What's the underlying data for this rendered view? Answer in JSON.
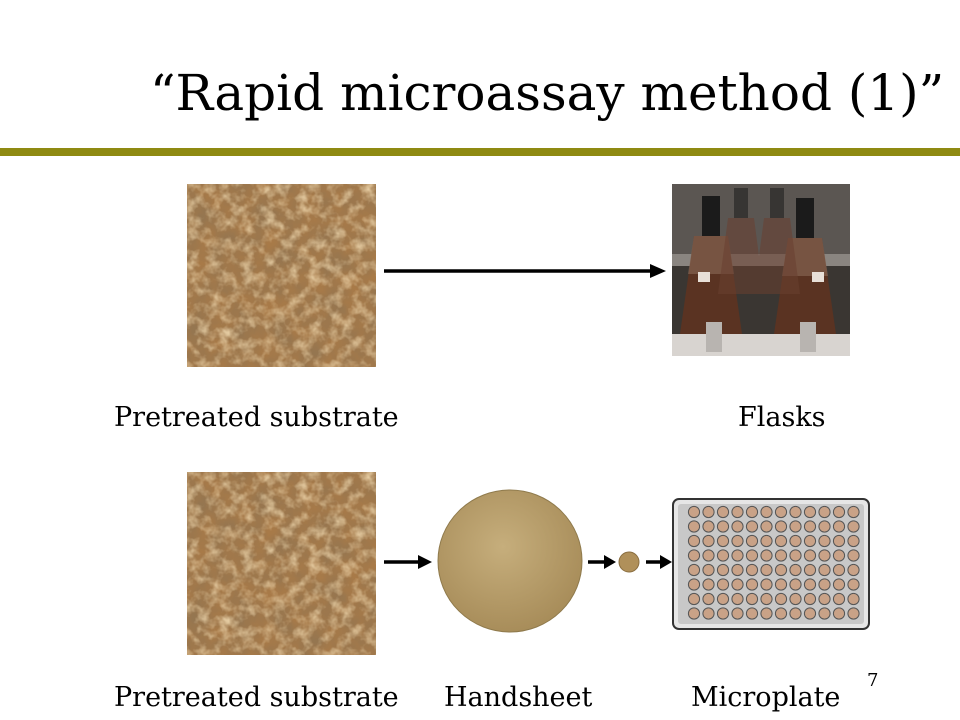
{
  "slide": {
    "title": "“Rapid microassay method (1)”",
    "page_number": "7",
    "accent_color": "#8f8a12"
  },
  "row1": {
    "substrate_label": "Pretreated substrate",
    "flasks_label": "Flasks"
  },
  "row2": {
    "substrate_label": "Pretreated substrate",
    "handsheet_label": "Handsheet",
    "microplate_label": "Microplate"
  }
}
